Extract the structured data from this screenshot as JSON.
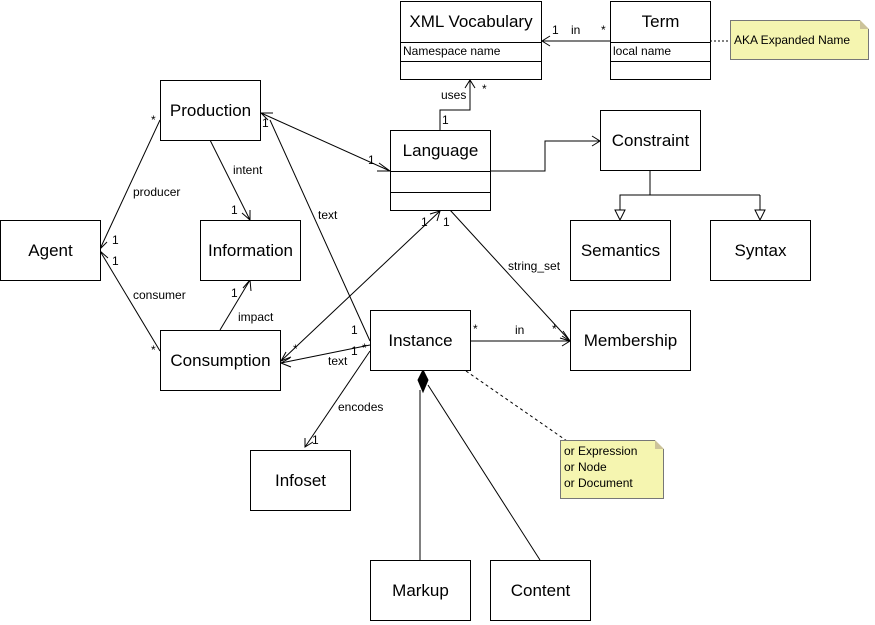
{
  "classes": {
    "xml_vocabulary": {
      "name": "XML Vocabulary",
      "attribute": "Namespace name"
    },
    "term": {
      "name": "Term",
      "attribute": "local name"
    },
    "production": "Production",
    "language": "Language",
    "constraint": "Constraint",
    "agent": "Agent",
    "information": "Information",
    "semantics": "Semantics",
    "syntax": "Syntax",
    "consumption": "Consumption",
    "instance": "Instance",
    "membership": "Membership",
    "infoset": "Infoset",
    "markup": "Markup",
    "content": "Content"
  },
  "notes": {
    "term_note": "AKA Expanded Name",
    "instance_note": [
      "or Expression",
      "or Node",
      "or Document"
    ]
  },
  "labels": {
    "in_top": "in",
    "uses": "uses",
    "intent": "intent",
    "producer": "producer",
    "consumer": "consumer",
    "text_prod": "text",
    "impact": "impact",
    "string_set": "string_set",
    "in_member": "in",
    "text_cons": "text",
    "encodes": "encodes"
  },
  "multiplicities": {
    "vocab_term_1": "1",
    "vocab_term_star": "*",
    "uses_star": "*",
    "uses_1": "1",
    "prod_agent_star": "*",
    "agent_prod_1": "1",
    "agent_cons_1": "1",
    "cons_agent_star": "*",
    "prod_lang_1": "1",
    "prod_instance_1": "1",
    "intent_1": "1",
    "impact_1": "1",
    "lang_cons_1": "1",
    "cons_lang_star": "*",
    "lang_member_1": "1",
    "member_star": "*",
    "instance_member_star": "*",
    "instance_cons_1a": "1",
    "instance_cons_1b": "1",
    "instance_star": "*",
    "infoset_1": "1"
  }
}
